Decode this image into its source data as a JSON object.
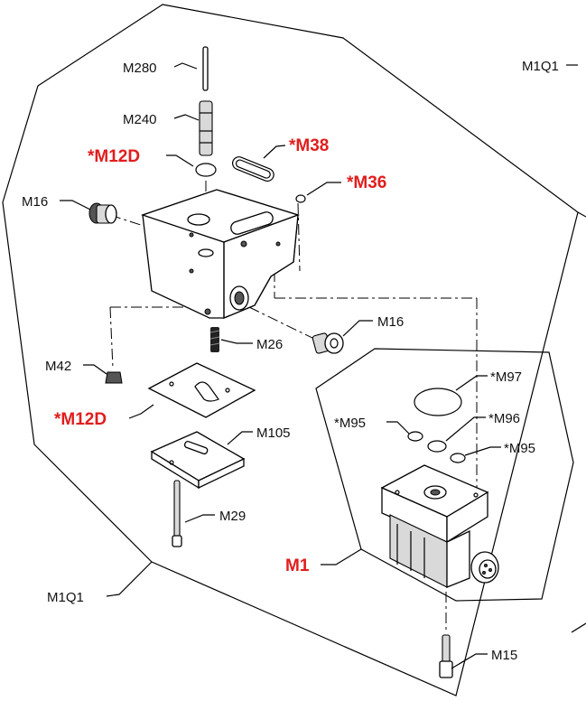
{
  "colors": {
    "callout_red": "#e11d1d",
    "line": "#000000"
  },
  "callouts": {
    "m280": "M280",
    "m240": "M240",
    "m12d_top": "*M12D",
    "m38": "*M38",
    "m36": "*M36",
    "m16_left": "M16",
    "m16_right": "M16",
    "m26": "M26",
    "m42": "M42",
    "m12d_bottom": "*M12D",
    "m105": "M105",
    "m29": "M29",
    "m1q1_bottom": "M1Q1",
    "m1q1_top": "M1Q1",
    "m97": "*M97",
    "m95_left": "*M95",
    "m96": "*M96",
    "m95_right": "*M95",
    "m1": "M1",
    "m15": "M15"
  }
}
